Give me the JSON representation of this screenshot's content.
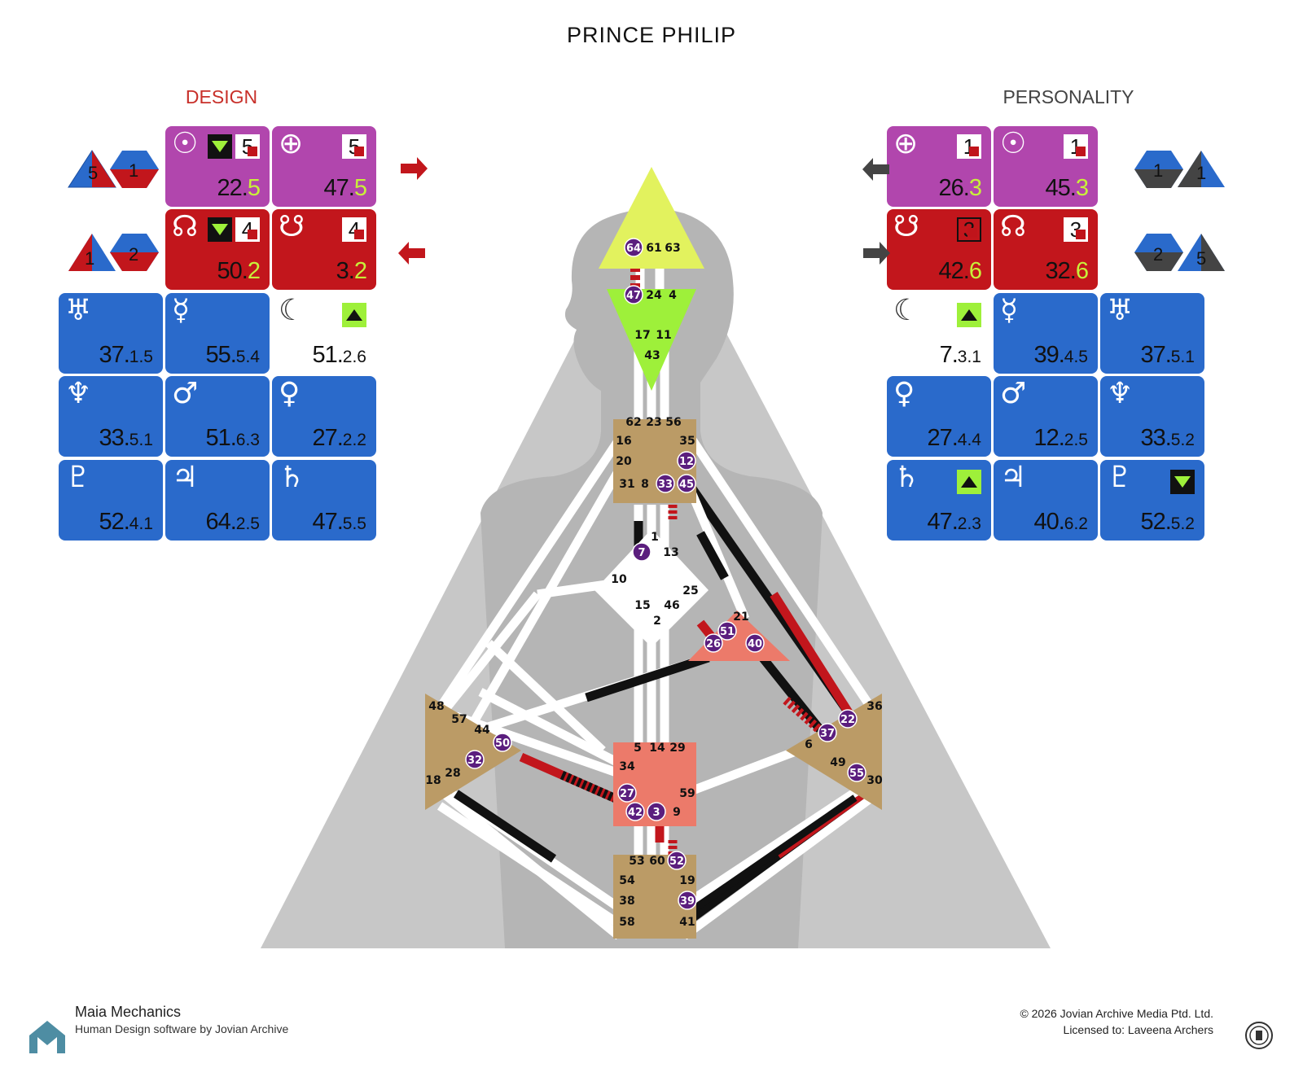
{
  "title": "PRINCE PHILIP",
  "design": {
    "label": "DESIGN",
    "activations": [
      {
        "planet": "sun",
        "symbol": "☉",
        "value": "22.",
        "suffix": "5",
        "color": "purple",
        "line": "5"
      },
      {
        "planet": "earth",
        "symbol": "⊕",
        "value": "47.",
        "suffix": "5",
        "color": "purple",
        "line": "5"
      },
      {
        "planet": "north-node",
        "symbol": "☊",
        "value": "50.",
        "suffix": "2",
        "color": "red",
        "line": "4"
      },
      {
        "planet": "south-node",
        "symbol": "☋",
        "value": "3.",
        "suffix": "2",
        "color": "red",
        "line": "4"
      },
      {
        "planet": "moon",
        "symbol": "☾",
        "value": "51.",
        "suffix": "2.6",
        "color": "white"
      },
      {
        "planet": "mercury",
        "symbol": "☿",
        "value": "55.",
        "suffix": "5.4",
        "color": "blue"
      },
      {
        "planet": "uranus",
        "symbol": "♅",
        "value": "37.",
        "suffix": "1.5",
        "color": "blue"
      },
      {
        "planet": "neptune",
        "symbol": "♆",
        "value": "33.",
        "suffix": "5.1",
        "color": "blue"
      },
      {
        "planet": "mars",
        "symbol": "♂",
        "value": "51.",
        "suffix": "6.3",
        "color": "blue"
      },
      {
        "planet": "venus",
        "symbol": "♀",
        "value": "27.",
        "suffix": "2.2",
        "color": "blue"
      },
      {
        "planet": "pluto",
        "symbol": "♇",
        "value": "52.",
        "suffix": "4.1",
        "color": "blue"
      },
      {
        "planet": "jupiter",
        "symbol": "♃",
        "value": "64.",
        "suffix": "2.5",
        "color": "blue"
      },
      {
        "planet": "saturn",
        "symbol": "♄",
        "value": "47.",
        "suffix": "5.5",
        "color": "blue"
      }
    ],
    "variables": [
      {
        "tri": "5",
        "hex": "1"
      },
      {
        "tri": "1",
        "hex": "2"
      }
    ]
  },
  "personality": {
    "label": "PERSONALITY",
    "activations": [
      {
        "planet": "earth",
        "symbol": "⊕",
        "value": "26.",
        "suffix": "3",
        "color": "purple",
        "line": "1"
      },
      {
        "planet": "sun",
        "symbol": "☉",
        "value": "45.",
        "suffix": "3",
        "color": "purple",
        "line": "1"
      },
      {
        "planet": "south-node",
        "symbol": "☋",
        "value": "42.",
        "suffix": "6",
        "color": "red",
        "line": "3"
      },
      {
        "planet": "north-node",
        "symbol": "☊",
        "value": "32.",
        "suffix": "6",
        "color": "red",
        "line": "3"
      },
      {
        "planet": "moon",
        "symbol": "☾",
        "value": "7.",
        "suffix": "3.1",
        "color": "white"
      },
      {
        "planet": "mercury",
        "symbol": "☿",
        "value": "39.",
        "suffix": "4.5",
        "color": "blue"
      },
      {
        "planet": "uranus",
        "symbol": "♅",
        "value": "37.",
        "suffix": "5.1",
        "color": "blue"
      },
      {
        "planet": "venus",
        "symbol": "♀",
        "value": "27.",
        "suffix": "4.4",
        "color": "blue"
      },
      {
        "planet": "mars",
        "symbol": "♂",
        "value": "12.",
        "suffix": "2.5",
        "color": "blue"
      },
      {
        "planet": "neptune",
        "symbol": "♆",
        "value": "33.",
        "suffix": "5.2",
        "color": "blue"
      },
      {
        "planet": "saturn",
        "symbol": "♄",
        "value": "47.",
        "suffix": "2.3",
        "color": "blue"
      },
      {
        "planet": "jupiter",
        "symbol": "♃",
        "value": "40.",
        "suffix": "6.2",
        "color": "blue"
      },
      {
        "planet": "pluto",
        "symbol": "♇",
        "value": "52.",
        "suffix": "5.2",
        "color": "blue"
      }
    ],
    "variables": [
      {
        "hex": "1",
        "tri": "1"
      },
      {
        "hex": "2",
        "tri": "5"
      }
    ]
  },
  "gates": {
    "head": [
      "64",
      "61",
      "63"
    ],
    "ajna": [
      "47",
      "24",
      "4",
      "17",
      "11",
      "43"
    ],
    "throat": [
      "62",
      "23",
      "56",
      "16",
      "35",
      "20",
      "12",
      "31",
      "8",
      "33",
      "45"
    ],
    "g": [
      "1",
      "7",
      "13",
      "10",
      "25",
      "15",
      "46",
      "2"
    ],
    "ego": [
      "21",
      "51",
      "26",
      "40"
    ],
    "spleen": [
      "48",
      "57",
      "44",
      "50",
      "32",
      "28",
      "18"
    ],
    "solar": [
      "36",
      "22",
      "37",
      "6",
      "49",
      "55",
      "30"
    ],
    "sacral": [
      "5",
      "14",
      "29",
      "34",
      "27",
      "59",
      "42",
      "3",
      "9"
    ],
    "root": [
      "53",
      "60",
      "52",
      "54",
      "19",
      "38",
      "39",
      "58",
      "41"
    ]
  },
  "footer": {
    "brand": "Maia Mechanics",
    "tagline": "Human Design software by Jovian Archive",
    "copyright": "© 2026 Jovian Archive Media Ptd. Ltd.",
    "license": "Licensed to: Laveena Archers"
  }
}
